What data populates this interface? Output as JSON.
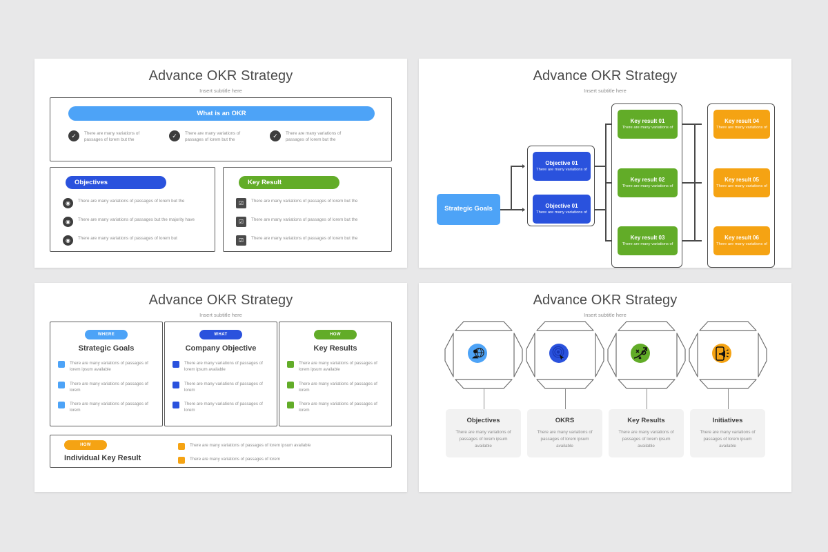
{
  "background": "#e8e8e9",
  "colors": {
    "blue_light": "#4da3f7",
    "blue_dark": "#2a52dd",
    "green": "#62ac28",
    "orange": "#f5a313",
    "dark_gray": "#3d3d3d",
    "body_text": "#8b8b8b"
  },
  "slides": [
    {
      "id": "slide-1",
      "title": "Advance OKR Strategy",
      "subtitle": "Insert subtitle here",
      "okr_panel": {
        "heading": "What is an OKR",
        "items": [
          {
            "icon": "check-badge-icon",
            "text": "There are many variations of passages of lorem but the"
          },
          {
            "icon": "check-badge-icon",
            "text": "There are many variations of passages of lorem but the"
          },
          {
            "icon": "check-badge-icon",
            "text": "There are many variations of passages of lorem but the"
          }
        ]
      },
      "objectives_panel": {
        "heading": "Objectives",
        "items": [
          {
            "icon": "target-badge-icon",
            "text": "There are many variations of passages of lorem but the"
          },
          {
            "icon": "target-badge-icon",
            "text": "There are many variations of passages but the majority have"
          },
          {
            "icon": "target-badge-icon",
            "text": "There are many variations of passages of lorem but"
          }
        ]
      },
      "key_result_panel": {
        "heading": "Key Result",
        "items": [
          {
            "icon": "clipboard-check-icon",
            "text": "There are many variations of passages of lorem but the"
          },
          {
            "icon": "clipboard-check-icon",
            "text": "There are many variations of passages of lorem but the"
          },
          {
            "icon": "clipboard-check-icon",
            "text": "There are many variations of passages of lorem but the"
          }
        ]
      }
    },
    {
      "id": "slide-2",
      "title": "Advance OKR Strategy",
      "subtitle": "Insert subtitle here",
      "root": {
        "label": "Strategic Goals",
        "color": "#4da3f7"
      },
      "objectives": [
        {
          "title": "Objective 01",
          "desc": "There are many variations of",
          "color": "#2a52dd"
        },
        {
          "title": "Objective 01",
          "desc": "There are many variations of",
          "color": "#2a52dd"
        }
      ],
      "key_results_a": [
        {
          "title": "Key result 01",
          "desc": "There are many variations of",
          "color": "#62ac28"
        },
        {
          "title": "Key result 02",
          "desc": "There are many variations of",
          "color": "#62ac28"
        },
        {
          "title": "Key result 03",
          "desc": "There are many variations of",
          "color": "#62ac28"
        }
      ],
      "key_results_b": [
        {
          "title": "Key result 04",
          "desc": "There are many variations of",
          "color": "#f5a313"
        },
        {
          "title": "Key result 05",
          "desc": "There are many variations of",
          "color": "#f5a313"
        },
        {
          "title": "Key result 06",
          "desc": "There are many variations of",
          "color": "#f5a313"
        }
      ]
    },
    {
      "id": "slide-3",
      "title": "Advance OKR Strategy",
      "subtitle": "Insert subtitle here",
      "columns": [
        {
          "tag": "WHERE",
          "tag_color": "#4da3f7",
          "heading": "Strategic Goals",
          "swatch_color": "#4da3f7",
          "items": [
            "There are many variations of passages of lorem ipsum available",
            "There are many variations of passages of lorem",
            "There are many variations of passages of lorem"
          ]
        },
        {
          "tag": "WHAT",
          "tag_color": "#2a52dd",
          "heading": "Company Objective",
          "swatch_color": "#2a52dd",
          "items": [
            "There are many variations of passages of lorem ipsum available",
            "There are many variations of passages of lorem",
            "There are many variations of passages of lorem"
          ]
        },
        {
          "tag": "HOW",
          "tag_color": "#62ac28",
          "heading": "Key Results",
          "swatch_color": "#62ac28",
          "items": [
            "There are many variations of passages of lorem ipsum available",
            "There are many variations of passages of lorem",
            "There are many variations of passages of lorem"
          ]
        }
      ],
      "footer": {
        "tag": "HOW",
        "tag_color": "#f5a313",
        "heading": "Individual Key Result",
        "swatch_color": "#f5a313",
        "items": [
          "There are many variations of passages of lorem ipsum available",
          "There are many variations of passages of lorem"
        ]
      }
    },
    {
      "id": "slide-4",
      "title": "Advance OKR Strategy",
      "subtitle": "Insert subtitle here",
      "cells": [
        {
          "icon": "globe-person-icon",
          "icon_color": "#4da3f7",
          "heading": "Objectives",
          "text": "There are many variations of passages of lorem ipsum available"
        },
        {
          "icon": "target-cursor-icon",
          "icon_color": "#2a52dd",
          "heading": "OKRS",
          "text": "There are many variations of passages of lorem ipsum available"
        },
        {
          "icon": "strategy-arrow-icon",
          "icon_color": "#62ac28",
          "heading": "Key Results",
          "text": "There are many variations of passages of lorem ipsum available"
        },
        {
          "icon": "megaphone-phone-icon",
          "icon_color": "#f5a313",
          "heading": "Initiatives",
          "text": "There are many variations of passages of lorem ipsum available"
        }
      ]
    }
  ]
}
